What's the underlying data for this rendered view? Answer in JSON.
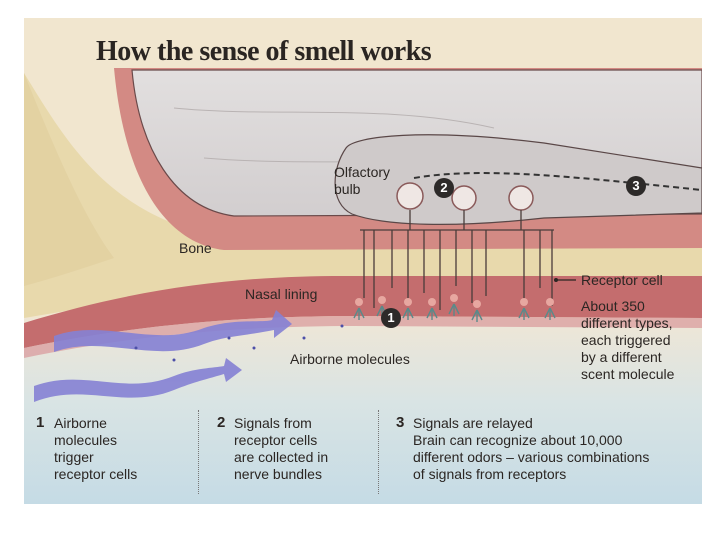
{
  "title": "How the sense of smell works",
  "labels": {
    "olfactory_bulb": "Olfactory\nbulb",
    "bone": "Bone",
    "nasal_lining": "Nasal lining",
    "receptor_cell": "Receptor cell",
    "receptor_desc": "About 350\ndifferent types,\neach triggered\nby a different\nscent molecule",
    "airborne_molecules": "Airborne molecules"
  },
  "badges": [
    "1",
    "2",
    "3"
  ],
  "steps": [
    {
      "number": "1",
      "text": "Airborne\nmolecules\ntrigger\nreceptor cells"
    },
    {
      "number": "2",
      "text": "Signals from\nreceptor cells\nare collected in\nnerve bundles"
    },
    {
      "number": "3",
      "text": "Signals are relayed\nBrain can recognize about 10,000\ndifferent odors – various combinations\nof signals from receptors"
    }
  ],
  "colors": {
    "brain": "#d9d6d6",
    "bone": "#e9dcb2",
    "nasal_lining": "#c56d6e",
    "airflow": "#7f7bd1",
    "water": "#c9dde6"
  }
}
